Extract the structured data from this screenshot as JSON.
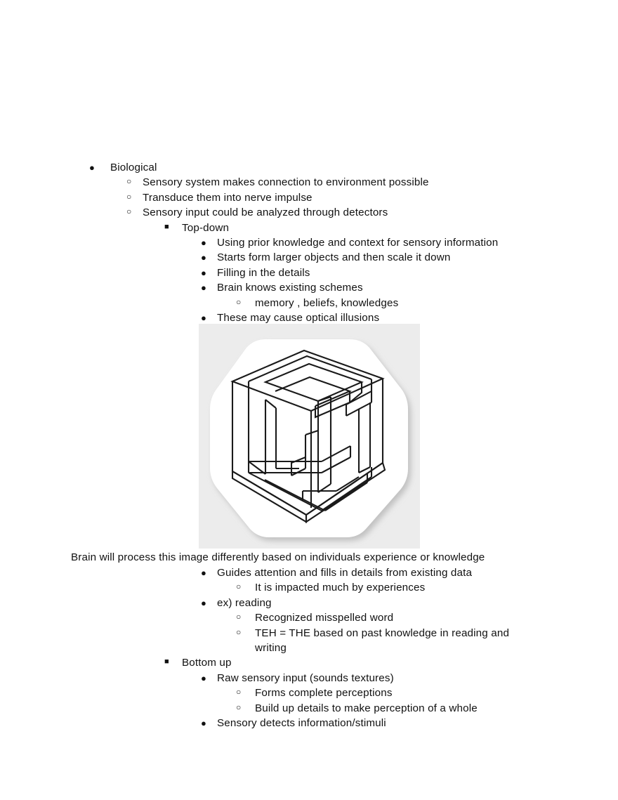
{
  "document": {
    "title": "Biological perception notes",
    "background_color": "#ffffff",
    "text_color": "#111111"
  },
  "outline": [
    {
      "level": 1,
      "bullet": "disc",
      "text": "Biological"
    },
    {
      "level": 2,
      "bullet": "circle",
      "text": "Sensory system makes connection to environment possible"
    },
    {
      "level": 2,
      "bullet": "circle",
      "text": "Transduce them into nerve impulse"
    },
    {
      "level": 2,
      "bullet": "circle",
      "text": "Sensory input could be analyzed through detectors"
    },
    {
      "level": 3,
      "bullet": "square",
      "text": "Top-down"
    },
    {
      "level": 4,
      "bullet": "disc",
      "text": "Using prior knowledge and context for sensory information"
    },
    {
      "level": 4,
      "bullet": "disc",
      "text": "Starts form larger objects and then scale it down"
    },
    {
      "level": 4,
      "bullet": "disc",
      "text": "Filling in the details"
    },
    {
      "level": 4,
      "bullet": "disc",
      "text": "Brain knows existing schemes"
    },
    {
      "level": 5,
      "bullet": "circle",
      "text": "memory , beliefs, knowledges"
    },
    {
      "level": 4,
      "bullet": "disc",
      "text": "These may cause optical illusions"
    }
  ],
  "figure": {
    "name": "impossible-cube-illusion",
    "alt": "Impossible cube optical illusion sticker",
    "background_color": "#ececec",
    "sticker_color": "#ffffff",
    "line_color": "#1a1a1a"
  },
  "outline_after": [
    {
      "level": 0,
      "bullet": "none",
      "text": "Brain will process this image differently based on individuals experience or knowledge"
    },
    {
      "level": 4,
      "bullet": "disc",
      "text": "Guides attention and fills in details from existing data"
    },
    {
      "level": 5,
      "bullet": "circle",
      "text": "It is impacted much by experiences"
    },
    {
      "level": 4,
      "bullet": "disc",
      "text": "ex) reading"
    },
    {
      "level": 5,
      "bullet": "circle",
      "text": "Recognized misspelled word"
    },
    {
      "level": 5,
      "bullet": "circle",
      "text": "TEH = THE based on past knowledge in reading and writing"
    },
    {
      "level": 3,
      "bullet": "square",
      "text": "Bottom up"
    },
    {
      "level": 4,
      "bullet": "disc",
      "text": "Raw sensory input (sounds textures)"
    },
    {
      "level": 5,
      "bullet": "circle",
      "text": "Forms complete perceptions"
    },
    {
      "level": 5,
      "bullet": "circle",
      "text": "Build up details to make perception of a whole"
    },
    {
      "level": 4,
      "bullet": "disc",
      "text": "Sensory detects information/stimuli"
    }
  ]
}
